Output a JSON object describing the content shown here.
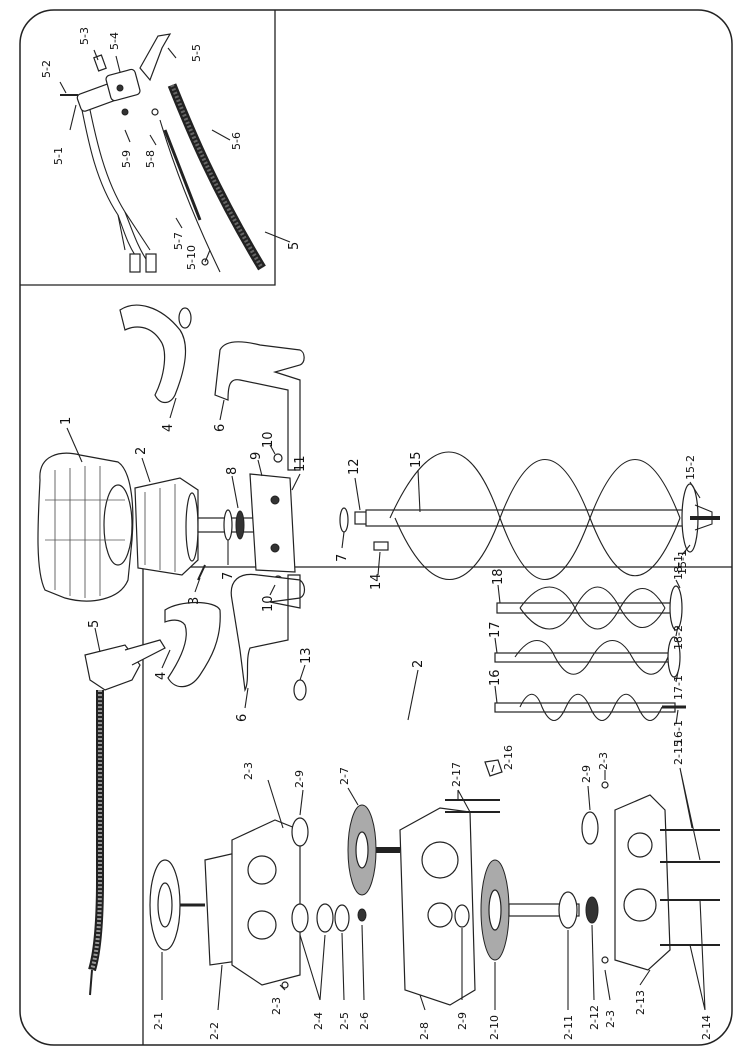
{
  "colors": {
    "line": "#222222",
    "background": "#ffffff",
    "dark_fill": "#333333"
  },
  "inset_top_labels": [
    "5-1",
    "5-2",
    "5-3",
    "5-4",
    "5-5",
    "5-6",
    "5-7",
    "5-8",
    "5-9",
    "5-10"
  ],
  "inset_top_callout": "5",
  "main_labels": [
    "1",
    "2",
    "3",
    "4",
    "4",
    "5",
    "6",
    "6",
    "7",
    "7",
    "8",
    "9",
    "10",
    "10",
    "11",
    "12",
    "13",
    "14",
    "15",
    "15-1",
    "15-2",
    "16",
    "16-1",
    "17",
    "17-1",
    "18",
    "18-1",
    "18-2"
  ],
  "gearbox_callout": "2",
  "gearbox_labels": [
    "2-1",
    "2-2",
    "2-3",
    "2-3",
    "2-3",
    "2-3",
    "2-4",
    "2-5",
    "2-6",
    "2-7",
    "2-8",
    "2-9",
    "2-9",
    "2-9",
    "2-10",
    "2-11",
    "2-12",
    "2-13",
    "2-14",
    "2-15",
    "2-16",
    "2-17"
  ]
}
